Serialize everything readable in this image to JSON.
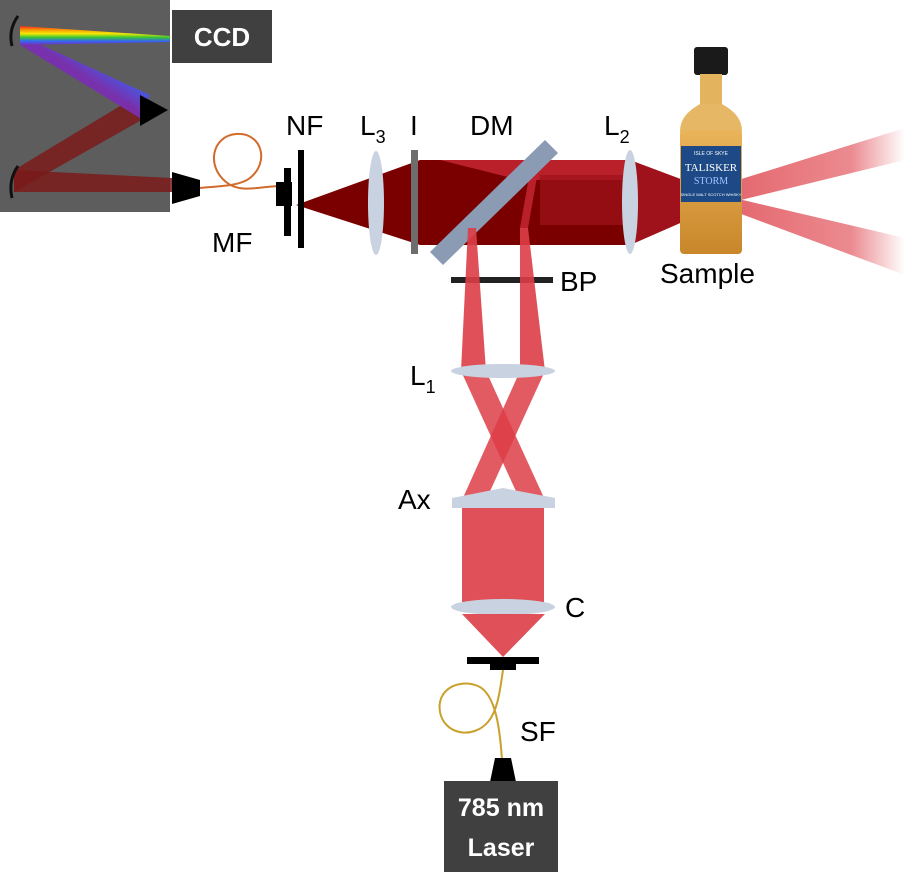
{
  "labels": {
    "ccd": "CCD",
    "nf": "NF",
    "l3_main": "L",
    "l3_sub": "3",
    "iris": "I",
    "dm": "DM",
    "l2_main": "L",
    "l2_sub": "2",
    "mf": "MF",
    "sample": "Sample",
    "bp": "BP",
    "l1_main": "L",
    "l1_sub": "1",
    "ax": "Ax",
    "c": "C",
    "sf": "SF",
    "laser_line1": "785 nm",
    "laser_line2": "Laser"
  },
  "bottle_label": {
    "brand": "TALISKER",
    "name": "STORM",
    "small_top": "ISLE OF SKYE",
    "small_bottom": "SINGLE MALT SCOTCH WHISKY"
  },
  "colors": {
    "beam_red": "#dd3d46",
    "beam_dark": "#7a0000",
    "box_gray": "#404040",
    "spectrometer_gray": "#5d5d5d",
    "lens_fill": "#c9d2e0",
    "dm_fill": "#8a9bb3",
    "fiber_orange": "#d26b2c",
    "fiber_gold": "#c8a02a"
  }
}
